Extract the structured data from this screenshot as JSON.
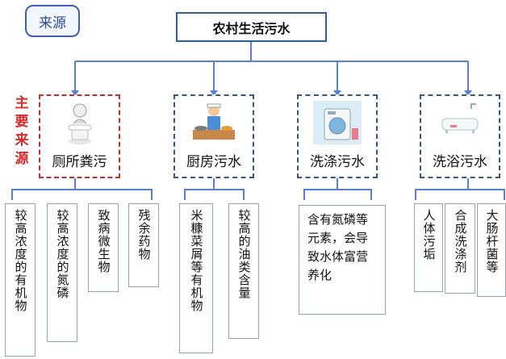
{
  "source_tag": "来源",
  "root": "农村生活污水",
  "main_source_label": "主要来源",
  "categories": [
    {
      "label": "厕所粪污",
      "icon": "toilet-person-icon"
    },
    {
      "label": "厨房污水",
      "icon": "cooking-person-icon"
    },
    {
      "label": "洗涤污水",
      "icon": "washing-machine-icon"
    },
    {
      "label": "洗浴污水",
      "icon": "bathtub-icon"
    }
  ],
  "items": {
    "toilet": [
      "较高浓度的有机物",
      "较高浓度的氮磷",
      "致病微生物",
      "残余药物"
    ],
    "kitchen": [
      "米糠菜屑等有机物",
      "较高的油类含量"
    ],
    "laundry": "含有氮磷等元素，会导致水体富营养化",
    "bath": [
      "人体污垢",
      "合成洗涤剂",
      "大肠杆菌等"
    ]
  },
  "colors": {
    "connector": "#5b7fd0",
    "primary_border": "#c62f2f",
    "dashed_border": "#3a5483",
    "main_source_text": "#d52a2a"
  }
}
